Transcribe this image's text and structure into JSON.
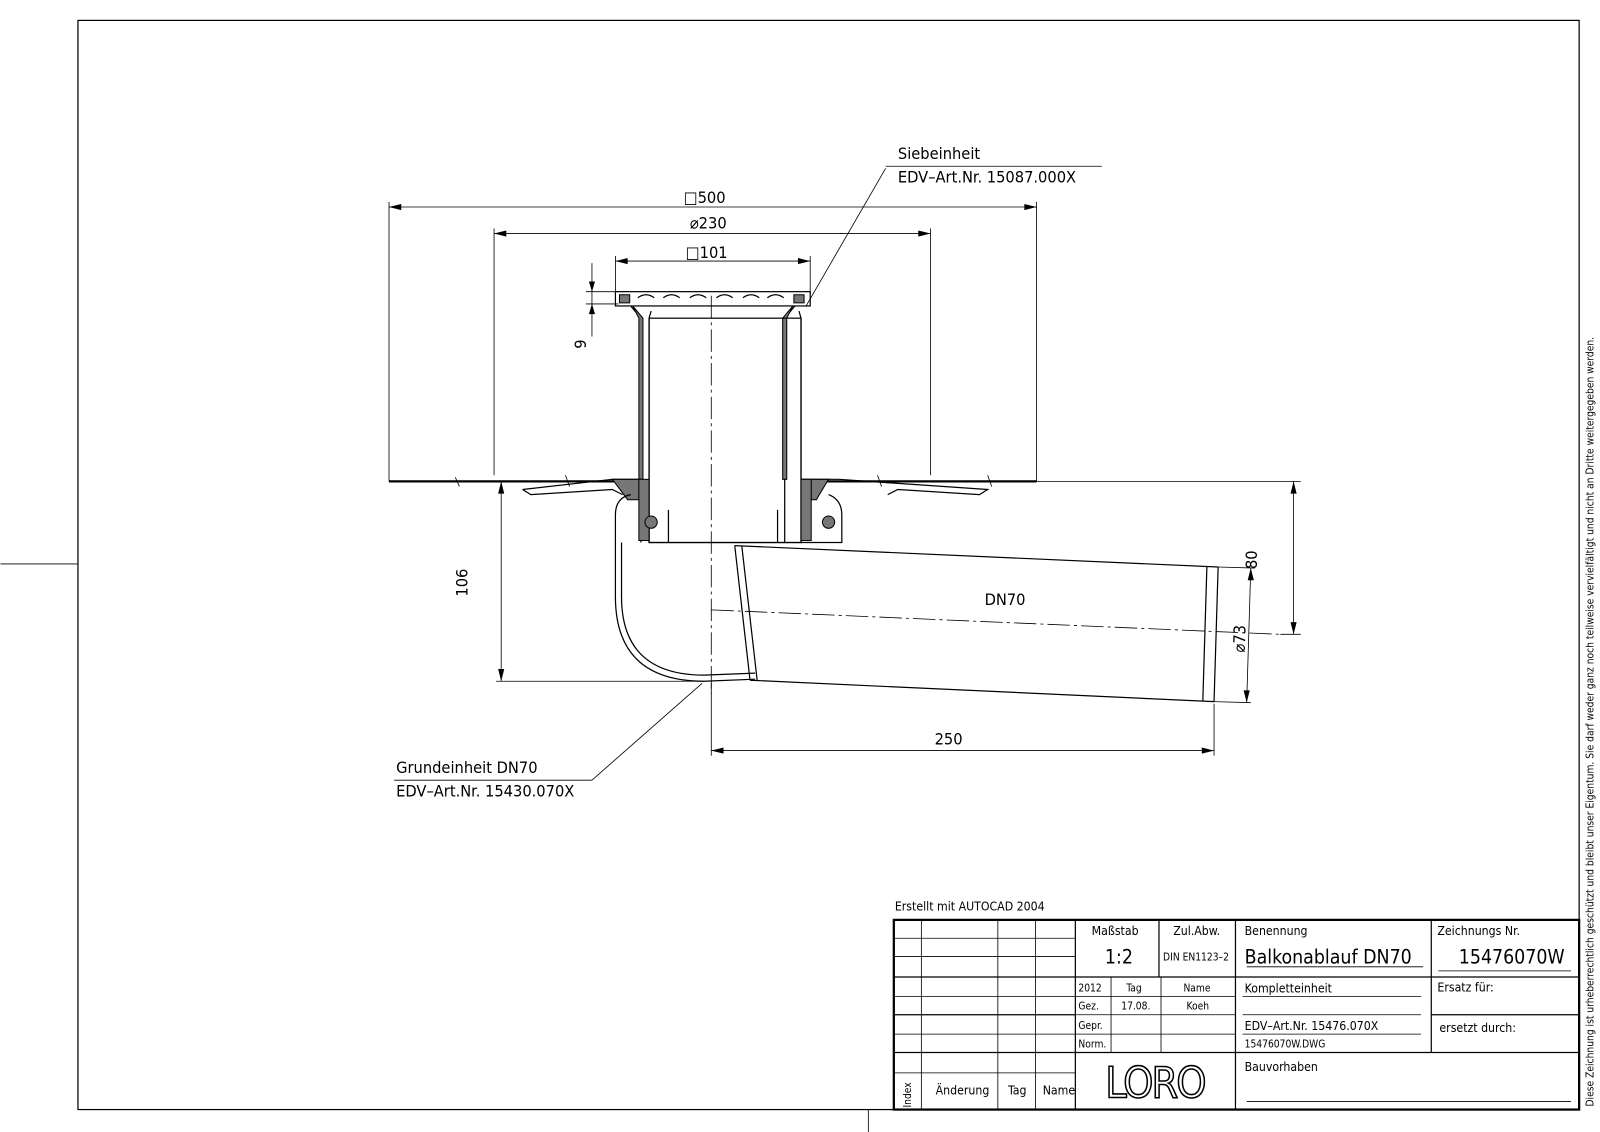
{
  "drawing": {
    "dimensions": {
      "square_500": "□500",
      "dia_230": "⌀230",
      "square_101": "□101",
      "dim_9": "9",
      "dim_106": "106",
      "dim_80": "80",
      "dia_73": "⌀73",
      "dim_250": "250",
      "pipe_label": "DN70"
    },
    "callouts": {
      "sieve_title": "Siebeinheit",
      "sieve_article": "EDV–Art.Nr. 15087.000X",
      "base_title": "Grundeinheit DN70",
      "base_article": "EDV–Art.Nr. 15430.070X"
    }
  },
  "notice": "Diese Zeichnung ist urheberrechtlich geschützt und bleibt unser Eigentum. Sie darf weder ganz noch teilweise vervielfältigt und nicht an Dritte weitergegeben werden.",
  "title_block": {
    "created_with": "Erstellt mit AUTOCAD 2004",
    "revision_headers": {
      "index": "Index",
      "change": "Änderung",
      "day": "Tag",
      "name": "Name"
    },
    "scale_label": "Maßstab",
    "scale_value": "1:2",
    "tolerance_label": "Zul.Abw.",
    "tolerance_value": "DIN EN1123–2",
    "year": "2012",
    "day_label": "Tag",
    "name_label": "Name",
    "drawn_label": "Gez.",
    "drawn_date": "17.08.",
    "drawn_name": "Koeh",
    "checked_label": "Gepr.",
    "norm_label": "Norm.",
    "logo": "LORO",
    "designation_label": "Benennung",
    "designation_value": "Balkonablauf DN70",
    "drawing_no_label": "Zeichnungs Nr.",
    "drawing_no_value": "15476070W",
    "subtitle": "Kompletteinheit",
    "article_no": "EDV–Art.Nr. 15476.070X",
    "file_name": "15476070W.DWG",
    "replaces_label": "Ersatz für:",
    "replaced_by_label": "ersetzt durch:",
    "project_label": "Bauvorhaben"
  }
}
